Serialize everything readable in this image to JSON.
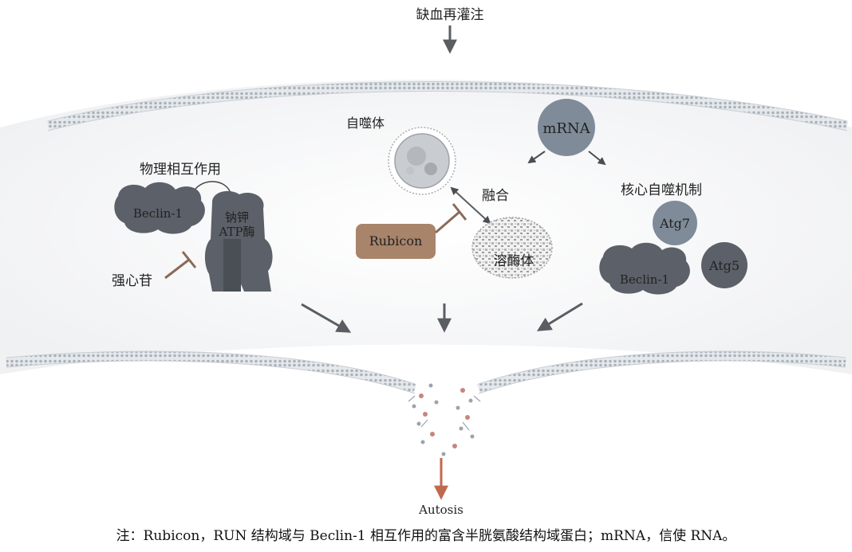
{
  "labels": {
    "stimulus": "缺血再灌注",
    "autophagosome": "自噬体",
    "mrna": "mRNA",
    "physical_interaction": "物理相互作用",
    "core_machinery": "核心自噬机制",
    "beclin1_left": "Beclin-1",
    "na_k_atpase_line1": "钠钾",
    "na_k_atpase_line2": "ATP酶",
    "fusion": "融合",
    "rubicon": "Rubicon",
    "lysosome": "溶酶体",
    "atg7": "Atg7",
    "atg5": "Atg5",
    "beclin1_right": "Beclin-1",
    "cardiac_glycoside": "强心苷",
    "autosis": "Autosis"
  },
  "caption": "注：Rubicon，RUN 结构域与 Beclin-1 相互作用的富含半胱氨酸结构域蛋白；mRNA，信使 RNA。",
  "colors": {
    "membrane": "#b9c0c8",
    "protein_dark": "#5c6068",
    "protein_blue": "#7f8b98",
    "rubicon": "#a8846a",
    "autosis": "#c0694e",
    "arrow": "#5a5e63"
  }
}
